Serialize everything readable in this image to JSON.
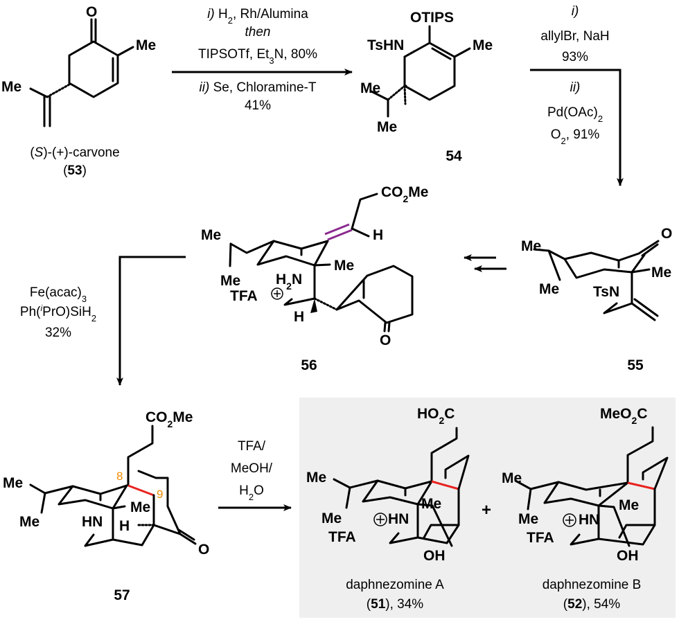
{
  "title": "Synthesis of daphnezomine A and B from (S)-(+)-carvone",
  "colors": {
    "new_bond": "#e8231f",
    "alkene_highlight": "#8b2a8f",
    "position_label": "#f08c00",
    "product_box_bg": "#efefef"
  },
  "compounds": {
    "c53": {
      "name": "(S)-(+)-carvone",
      "name_parts": [
        "(",
        "S",
        ")-(+)-carvone"
      ],
      "label": "53",
      "atoms": {
        "o": "O",
        "me1": "Me",
        "me2": "Me"
      }
    },
    "c54": {
      "label": "54",
      "atoms": {
        "otips": "OTIPS",
        "tshn": "TsHN",
        "me1": "Me",
        "me2": "Me",
        "me3": "Me"
      }
    },
    "c55": {
      "label": "55",
      "atoms": {
        "o": "O",
        "me1": "Me",
        "me2": "Me",
        "me3": "Me",
        "tsn": "TsN"
      }
    },
    "c56": {
      "label": "56",
      "atoms": {
        "co2me": "CO₂Me",
        "h1": "H",
        "me1": "Me",
        "me2": "Me",
        "me3": "Me",
        "h2n": "H₂N",
        "tfa": "TFA",
        "plus": "+",
        "h2": "H",
        "o": "O"
      }
    },
    "c57": {
      "label": "57",
      "atoms": {
        "co2me": "CO₂Me",
        "me1": "Me",
        "me2": "Me",
        "me3": "Me",
        "hn": "HN",
        "h": "H",
        "o": "O",
        "pos8": "8",
        "pos9": "9"
      }
    },
    "c51": {
      "name": "daphnezomine A",
      "label": "51",
      "yield": "34%",
      "atoms": {
        "acid": "HO₂C",
        "me1": "Me",
        "me2": "Me",
        "me3": "Me",
        "hn": "HN",
        "tfa": "TFA",
        "plus": "+",
        "oh": "OH"
      }
    },
    "c52": {
      "name": "daphnezomine B",
      "label": "52",
      "yield": "54%",
      "atoms": {
        "ester": "MeO₂C",
        "me1": "Me",
        "me2": "Me",
        "me3": "Me",
        "hn": "HN",
        "tfa": "TFA",
        "plus": "+",
        "oh": "OH"
      }
    }
  },
  "steps": {
    "step1": {
      "lines": [
        "i) H₂, Rh/Alumina",
        "then",
        "TIPSOTf, Et₃N, 80%",
        "ii) Se, Chloramine-T",
        "41%"
      ]
    },
    "step2": {
      "lines": [
        "i)",
        "allylBr, NaH",
        "93%",
        "ii)",
        "Pd(OAc)₂",
        "O₂, 91%"
      ]
    },
    "step3": {
      "description": "multiple steps (double arrow)"
    },
    "step4": {
      "lines": [
        "Fe(acac)₃",
        "Ph(ⁱPrO)SiH₂",
        "32%"
      ]
    },
    "step5": {
      "lines": [
        "TFA/",
        "MeOH/",
        "H₂O"
      ]
    }
  },
  "plus_sign": "+"
}
